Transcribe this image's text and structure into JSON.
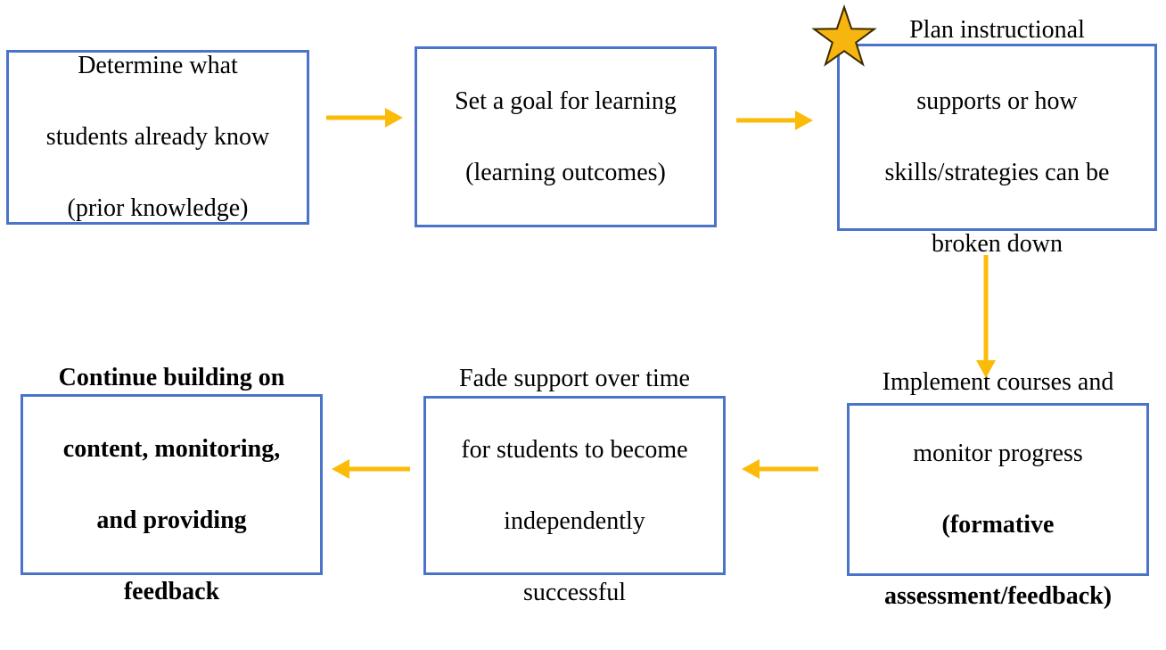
{
  "flowchart": {
    "accent_color": "#4a74c9",
    "arrow_color": "#fbbb08",
    "star_color": "#f7b50f",
    "steps": [
      {
        "id": "step1",
        "lines": [
          "Determine what",
          "students already know",
          "(prior knowledge)"
        ]
      },
      {
        "id": "step2",
        "lines": [
          "Set a goal for learning",
          "(learning outcomes)"
        ]
      },
      {
        "id": "step3",
        "lines": [
          "Plan instructional",
          "supports or how",
          "skills/strategies can be",
          "broken down"
        ],
        "marker": "star-icon"
      },
      {
        "id": "step4",
        "lines": [
          "Implement courses and",
          "monitor progress"
        ],
        "bold_lines": [
          "(formative",
          "assessment/feedback)"
        ]
      },
      {
        "id": "step5",
        "lines": [
          "Fade support over time",
          "for students to become",
          "independently",
          "successful"
        ]
      },
      {
        "id": "step6",
        "bold_lines": [
          "Continue building on",
          "content, monitoring,",
          "and providing",
          "feedback"
        ]
      }
    ]
  }
}
